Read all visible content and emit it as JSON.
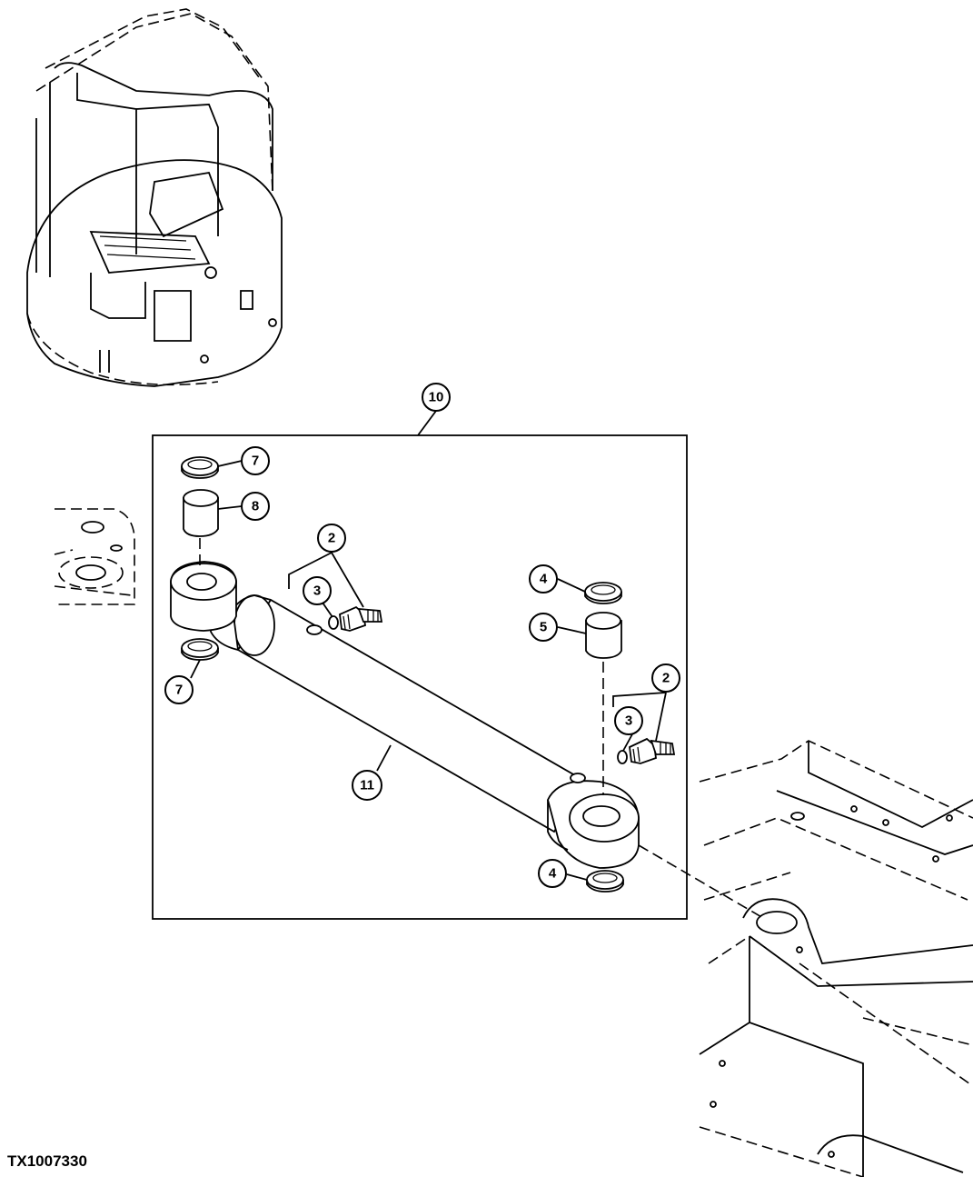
{
  "figure_id": "TX1007330",
  "callouts": [
    {
      "id": "c10",
      "label": "10"
    },
    {
      "id": "c7a",
      "label": "7"
    },
    {
      "id": "c8",
      "label": "8"
    },
    {
      "id": "c2a",
      "label": "2"
    },
    {
      "id": "c3a",
      "label": "3"
    },
    {
      "id": "c7b",
      "label": "7"
    },
    {
      "id": "c4a",
      "label": "4"
    },
    {
      "id": "c5",
      "label": "5"
    },
    {
      "id": "c2b",
      "label": "2"
    },
    {
      "id": "c3b",
      "label": "3"
    },
    {
      "id": "c11",
      "label": "11"
    },
    {
      "id": "c4b",
      "label": "4"
    }
  ]
}
